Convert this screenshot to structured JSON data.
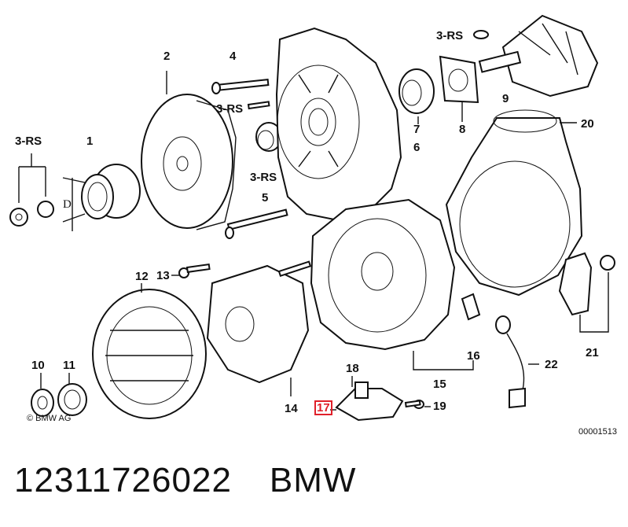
{
  "labels": {
    "p1": "1",
    "p2": "2",
    "p3rs_a": "3-RS",
    "p3rs_b": "3-RS",
    "p3rs_c": "3-RS",
    "p3rs_d": "3-RS",
    "p4": "4",
    "p5": "5",
    "p6": "6",
    "p7": "7",
    "p8": "8",
    "p9": "9",
    "p10": "10",
    "p11": "11",
    "p12": "12",
    "p13": "13",
    "p14": "14",
    "p15": "15",
    "p16": "16",
    "p17": "17",
    "p18": "18",
    "p19": "19",
    "p20": "20",
    "p21": "21",
    "p22": "22",
    "dim_d": "D"
  },
  "copyright": "© BMW AG",
  "image_number": "00001513",
  "caption": {
    "part_number": "12311726022",
    "brand": "BMW"
  },
  "highlight_color": "#e0202a"
}
